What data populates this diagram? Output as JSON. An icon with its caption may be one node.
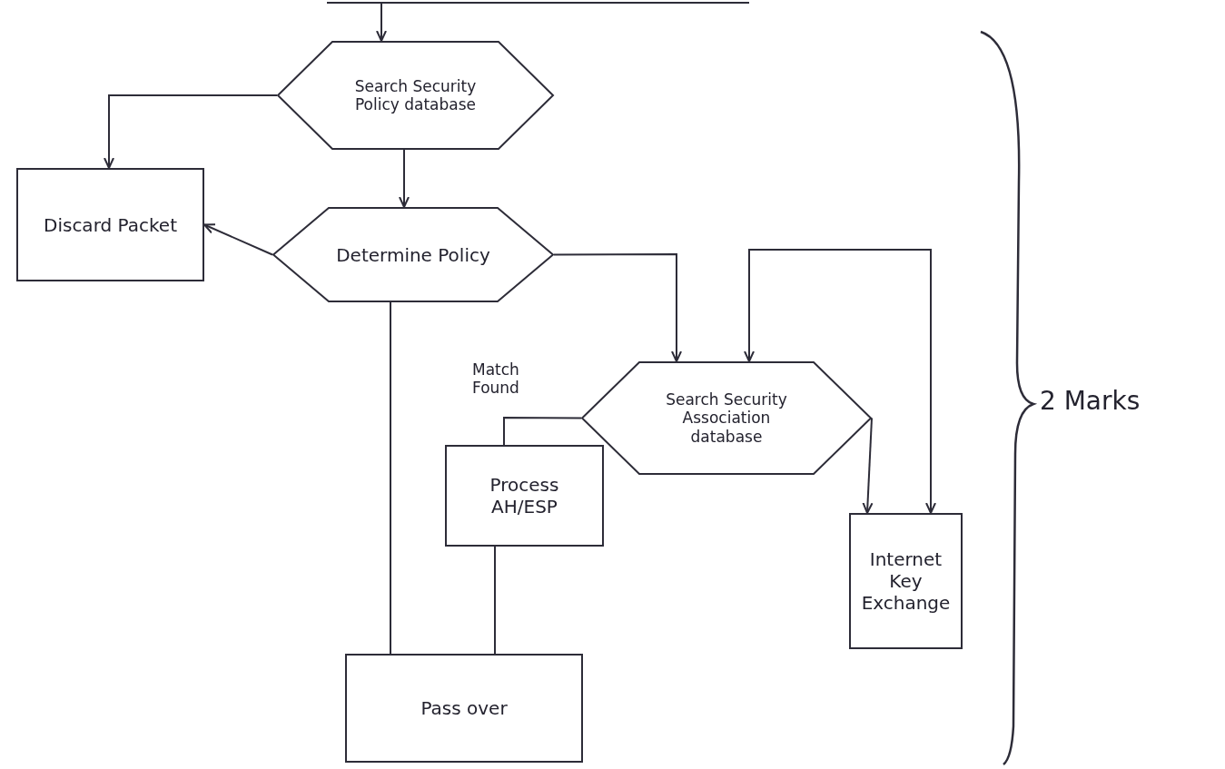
{
  "diagram": {
    "nodes": [
      {
        "text": [
          "Search Security Policy database"
        ]
      },
      {
        "text": [
          "Discard Packet"
        ]
      },
      {
        "text": [
          "Determine Policy"
        ]
      },
      {
        "text": [
          "Search Security Association database"
        ]
      },
      {
        "text": [
          "Process AH/ESP"
        ]
      },
      {
        "text": [
          "Internet Key Exchange"
        ]
      },
      {
        "text": [
          "Pass over"
        ]
      }
    ],
    "edges": [
      {
        "from": null,
        "to": 0,
        "arrow": "to"
      },
      {
        "from": 0,
        "to": 1,
        "arrow": "to"
      },
      {
        "from": 0,
        "to": 2,
        "arrow": "to"
      },
      {
        "from": 2,
        "to": 1,
        "arrow": "to"
      },
      {
        "from": 2,
        "to": 3,
        "arrow": "to"
      },
      {
        "from": 2,
        "to": 6,
        "arrow": "none"
      },
      {
        "from": 3,
        "to": 4,
        "arrow": "none",
        "label": "Match Found"
      },
      {
        "from": 3,
        "to": 5,
        "arrow": "to"
      },
      {
        "from": 5,
        "to": 3,
        "arrow": "both"
      },
      {
        "from": 4,
        "to": 6,
        "arrow": "none"
      }
    ],
    "labels": [
      "2 Marks"
    ]
  }
}
